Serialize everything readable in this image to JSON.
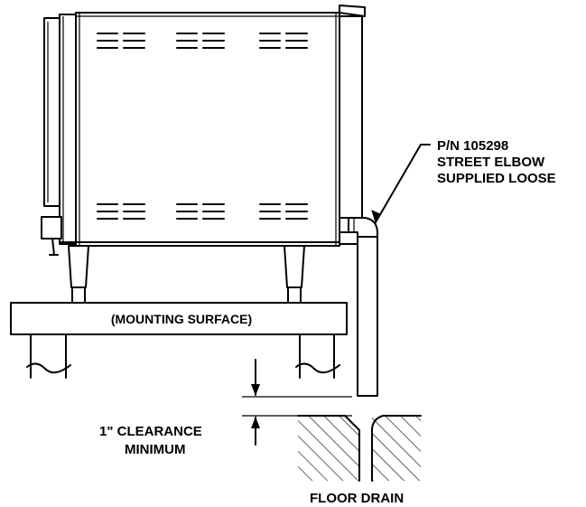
{
  "callout": {
    "line1": "P/N 105298",
    "line2": "STREET ELBOW",
    "line3": "SUPPLIED LOOSE"
  },
  "mounting_surface_label": "(MOUNTING SURFACE)",
  "clearance": {
    "line1": "1\" CLEARANCE",
    "line2": "MINIMUM"
  },
  "floor_drain_label": "FLOOR DRAIN",
  "colors": {
    "ink": "#000000",
    "background": "#ffffff"
  }
}
